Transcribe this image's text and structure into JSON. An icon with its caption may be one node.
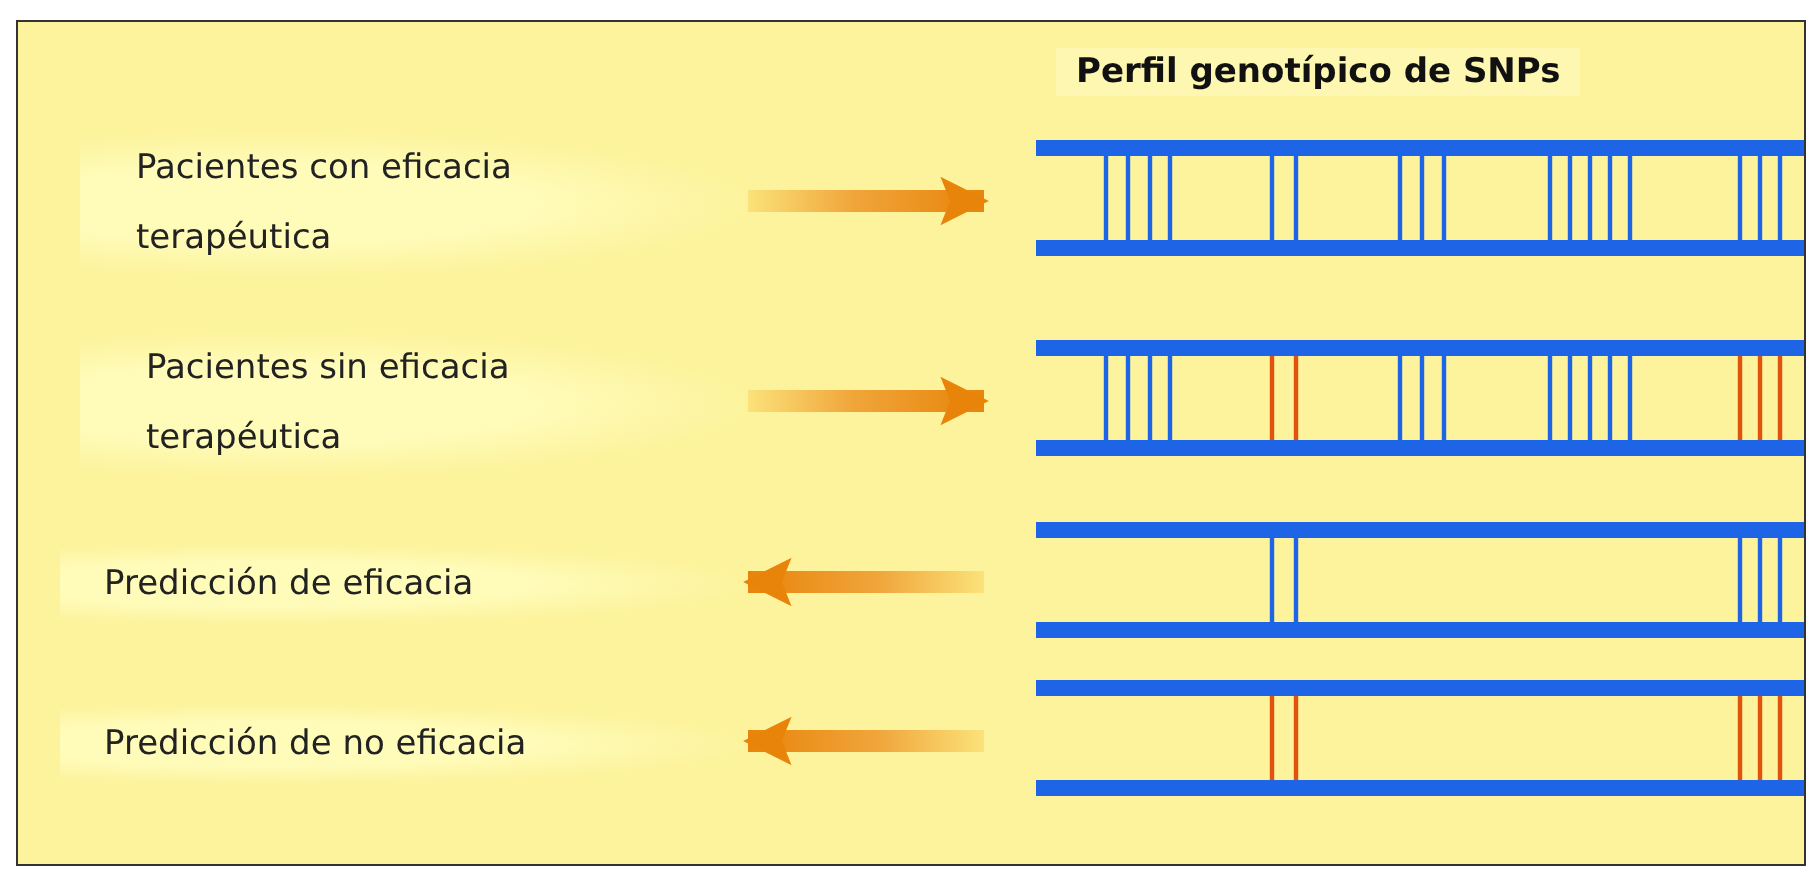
{
  "diagram": {
    "title": "Perfil genotípico de SNPs",
    "nodes": [
      {
        "text": [
          "Pacientes con eficacia terapéutica"
        ]
      },
      {
        "text": [
          "Pacientes sin eficacia terapéutica"
        ]
      },
      {
        "text": [
          "Predicción de eficacia"
        ]
      },
      {
        "text": [
          "Predicción de no eficacia"
        ]
      },
      {
        "text": [],
        "shape": "picture"
      },
      {
        "text": [],
        "shape": "picture"
      },
      {
        "text": [],
        "shape": "picture"
      },
      {
        "text": [],
        "shape": "picture"
      }
    ],
    "edges": [
      {
        "from": 0,
        "to": 4,
        "arrow": "to"
      },
      {
        "from": 1,
        "to": 5,
        "arrow": "to"
      },
      {
        "from": 6,
        "to": 2,
        "arrow": "to"
      },
      {
        "from": 7,
        "to": 3,
        "arrow": "to"
      }
    ]
  }
}
